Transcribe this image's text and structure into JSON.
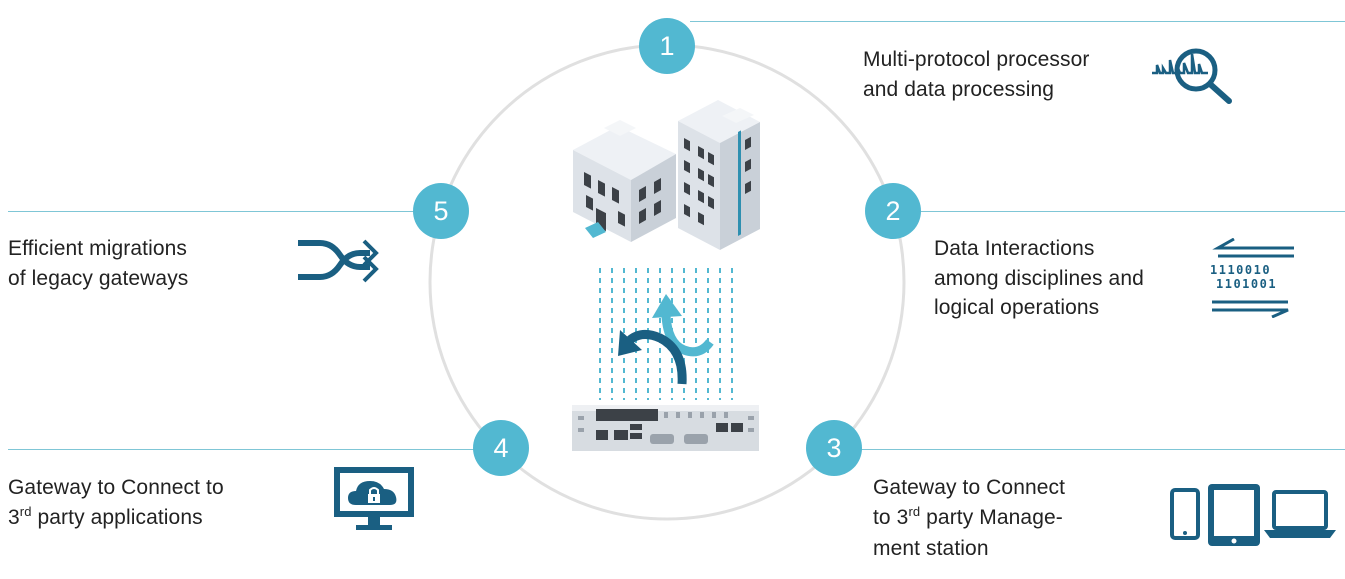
{
  "steps": [
    {
      "number": "1",
      "lines": [
        "Multi-protocol processor",
        "and data processing"
      ],
      "icon": "signal-search-icon"
    },
    {
      "number": "2",
      "lines": [
        "Data Interactions",
        "among disciplines and",
        "logical operations"
      ],
      "icon": "data-exchange-icon",
      "bits": [
        "1110010",
        "1101001"
      ]
    },
    {
      "number": "3",
      "line1": "Gateway to Connect",
      "line2_pre": "to 3",
      "line2_sup": "rd",
      "line2_post": " party Manage-",
      "line3": "ment station",
      "icon": "devices-icon"
    },
    {
      "number": "4",
      "line1": "Gateway to Connect to",
      "line2_pre": "3",
      "line2_sup": "rd",
      "line2_post": " party applications",
      "icon": "cloud-lock-monitor-icon"
    },
    {
      "number": "5",
      "lines": [
        "Efficient migrations",
        "of legacy gateways"
      ],
      "icon": "shuffle-icon"
    }
  ],
  "colors": {
    "accent": "#52b8d1",
    "dark": "#1a5f82",
    "ring": "#e0e0e0",
    "line": "#7fc6d6"
  }
}
